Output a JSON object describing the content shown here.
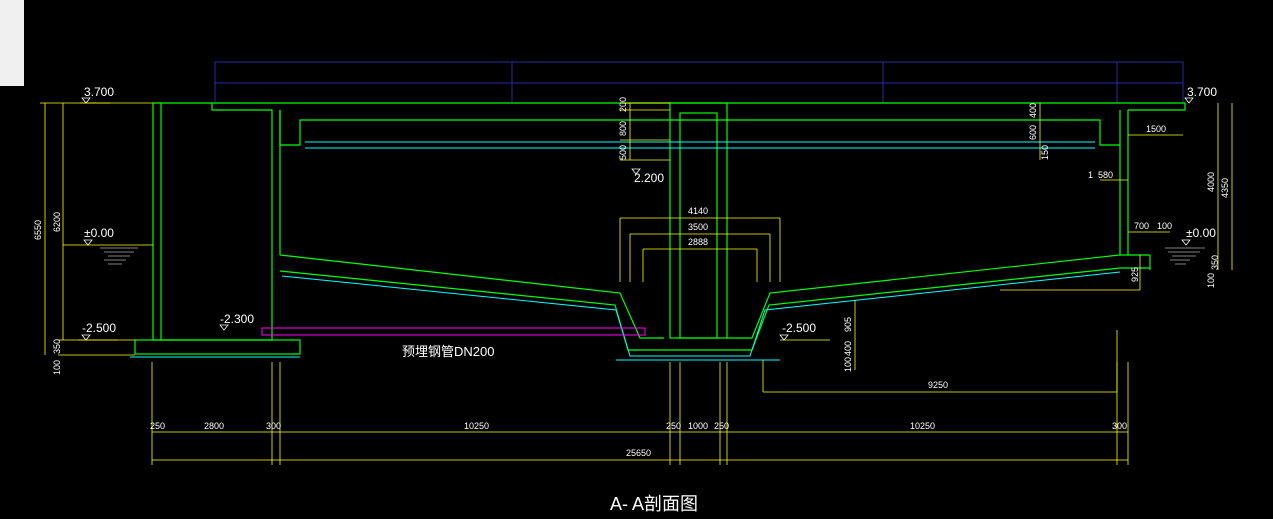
{
  "drawing": {
    "title": "A- A剖面图",
    "pipe_label": "预埋钢管DN200",
    "elevations": {
      "top_left": "3.700",
      "top_right": "3.700",
      "zero_left": "±0.00",
      "zero_right": "±0.00",
      "bottom_left": "-2.500",
      "bottom_center": "-2.500",
      "pipe": "-2.300",
      "center_platform": "2.200"
    },
    "dims_left": [
      "6550",
      "6200",
      "350",
      "100"
    ],
    "dims_center_top": [
      "200",
      "800",
      "500"
    ],
    "dims_center_widths": [
      "4140",
      "3500",
      "2888"
    ],
    "dims_center_bottom": [
      "905",
      "400",
      "100"
    ],
    "dims_right": [
      "400",
      "600",
      "150",
      "1500",
      "1",
      "580",
      "4000",
      "4350",
      "700",
      "100",
      "350",
      "100",
      "925"
    ],
    "dims_bottom_segments": [
      "250",
      "2800",
      "300",
      "10250",
      "250",
      "1000",
      "250",
      "10250",
      "300"
    ],
    "dim_9250": "9250",
    "dim_total": "25650"
  },
  "colors": {
    "background": "#000000",
    "structure": "#00ff00",
    "cyan": "#00ffff",
    "dimension": "#ffff00",
    "walkway": "#2a2aa0",
    "pipe": "#ff00ff",
    "text": "#ffffff"
  }
}
